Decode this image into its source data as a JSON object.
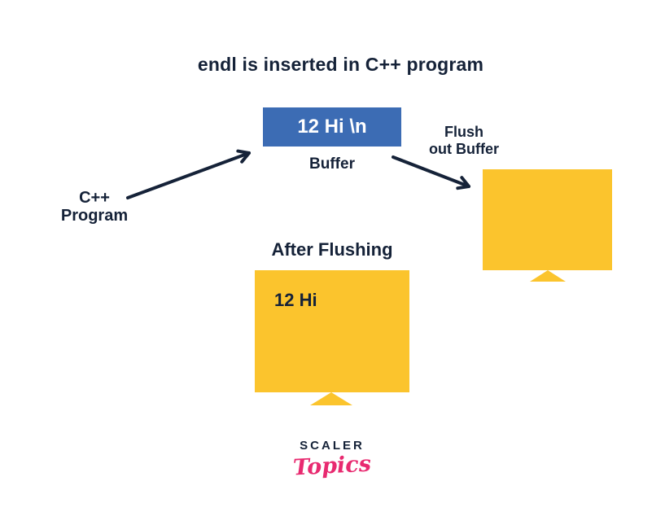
{
  "title": "endl is inserted in C++ program",
  "buffer": {
    "content": "12 Hi \\n",
    "label": "Buffer"
  },
  "flush_label": {
    "line1": "Flush",
    "line2": "out Buffer"
  },
  "program_label": {
    "line1": "C++",
    "line2": "Program"
  },
  "after_flushing": {
    "heading": "After Flushing",
    "monitor_content": "12 Hi"
  },
  "logo": {
    "primary": "SCALER",
    "secondary": "Topics"
  },
  "colors": {
    "text_dark": "#152238",
    "buffer_blue": "#3c6cb4",
    "monitor_yellow": "#fbc42d",
    "logo_pink": "#e82a70",
    "buffer_text_white": "#ffffff"
  }
}
